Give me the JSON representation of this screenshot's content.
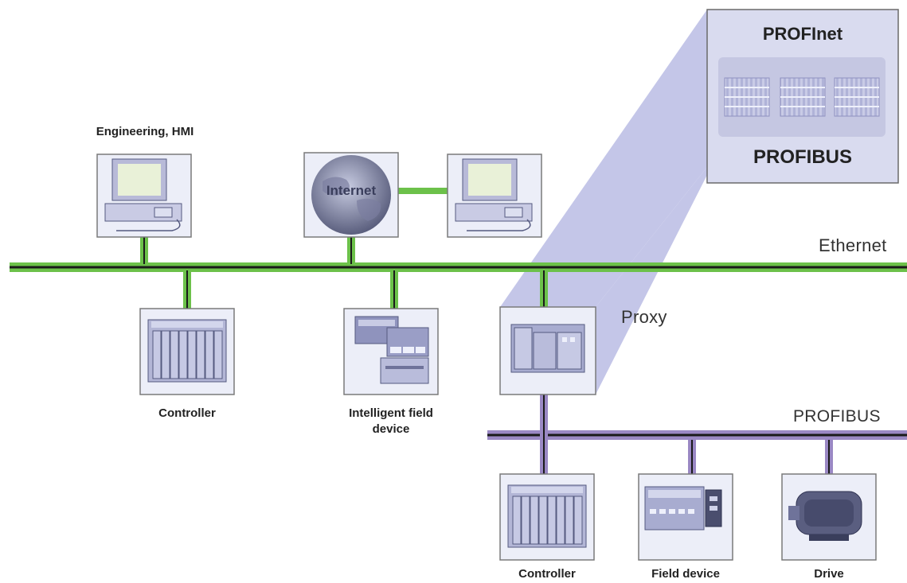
{
  "labels": {
    "engineering_hmi": "Engineering, HMI",
    "internet": "Internet",
    "ethernet": "Ethernet",
    "profinet_panel_title": "PROFInet",
    "profibus_panel_title": "PROFIBUS",
    "proxy": "Proxy",
    "profibus_bus": "PROFIBUS",
    "controller_ethernet": "Controller",
    "intelligent_field_device_line1": "Intelligent field",
    "intelligent_field_device_line2": "device",
    "controller_profibus": "Controller",
    "field_device": "Field device",
    "drive": "Drive"
  },
  "colors": {
    "ethernet_line": "#6cc14a",
    "ethernet_core": "#1a1a1a",
    "profibus_line": "#9a88c4",
    "box_fill": "#eceef8",
    "box_border": "#7a7a7a",
    "proxy_beam": "#c4c6e8",
    "panel_fill": "#d9dbef"
  },
  "icons": {
    "engineering_hmi": "computer-icon",
    "internet": "globe-icon",
    "remote_pc": "computer-icon",
    "controller_ethernet": "plc-rack-icon",
    "intelligent_field_device": "field-device-icon",
    "proxy": "proxy-device-icon",
    "controller_profibus": "plc-rack-icon",
    "field_device": "io-module-icon",
    "drive": "motor-drive-icon"
  }
}
